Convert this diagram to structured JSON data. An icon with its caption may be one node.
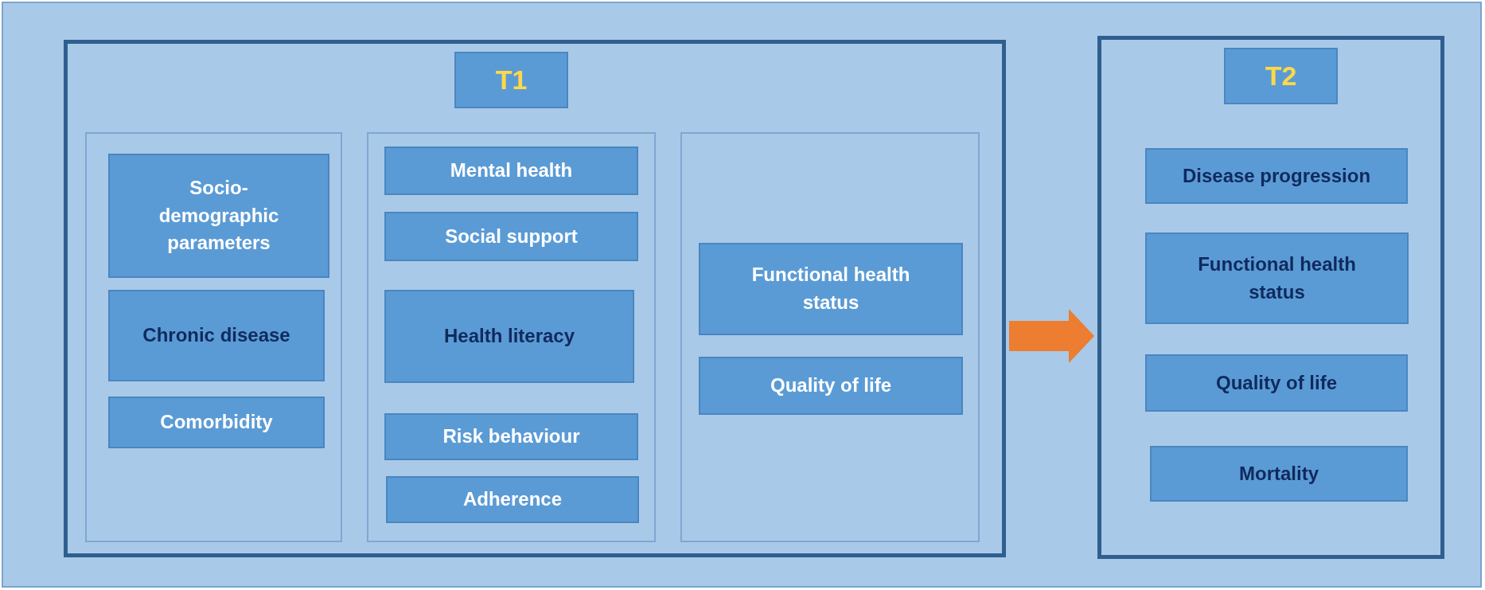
{
  "diagram": {
    "nodes": [
      {
        "text": [
          "T1"
        ]
      },
      {
        "text": [],
        "shape": "box",
        "in": 0
      },
      {
        "text": [
          "Socio-demographic parameters"
        ],
        "in": 1
      },
      {
        "text": [
          "Chronic disease"
        ],
        "in": 1
      },
      {
        "text": [
          "Comorbidity"
        ],
        "in": 1
      },
      {
        "text": [],
        "shape": "box",
        "in": 0
      },
      {
        "text": [
          "Mental health"
        ],
        "in": 5
      },
      {
        "text": [
          "Social support"
        ],
        "in": 5
      },
      {
        "text": [
          "Health literacy"
        ],
        "in": 5
      },
      {
        "text": [
          "Risk behaviour"
        ],
        "in": 5
      },
      {
        "text": [
          "Adherence"
        ],
        "in": 5
      },
      {
        "text": [],
        "shape": "box",
        "in": 0
      },
      {
        "text": [
          "Functional health status"
        ],
        "in": 11
      },
      {
        "text": [
          "Quality of life"
        ],
        "in": 11
      },
      {
        "text": [
          "T2"
        ]
      },
      {
        "text": [
          "Disease progression"
        ],
        "in": 14
      },
      {
        "text": [
          "Functional health status"
        ],
        "in": 14
      },
      {
        "text": [
          "Quality of life"
        ],
        "in": 14
      },
      {
        "text": [
          "Mortality"
        ],
        "in": 14
      }
    ],
    "edges": [
      {
        "from": 0,
        "to": 14,
        "arrow": "to",
        "style": "thick",
        "color": "#ed7d31"
      }
    ]
  }
}
